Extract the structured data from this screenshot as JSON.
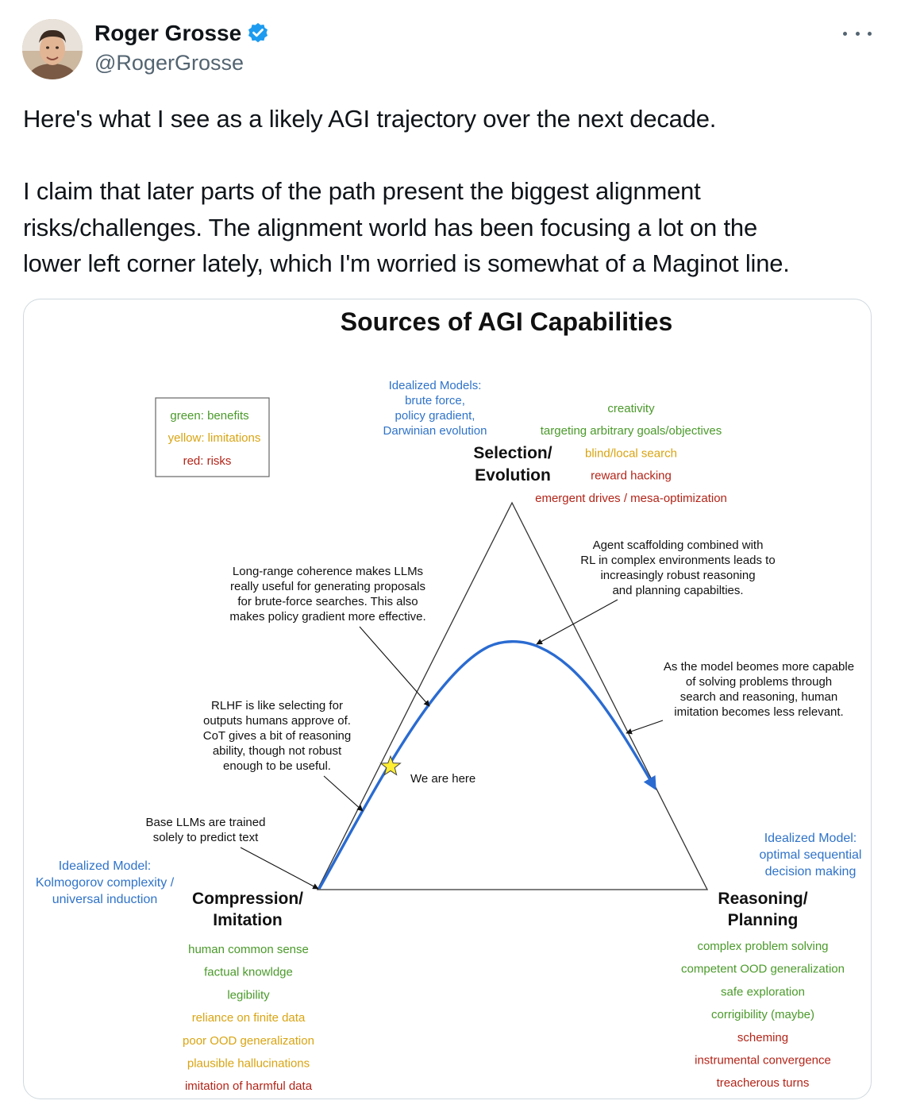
{
  "author": {
    "display_name": "Roger Grosse",
    "handle": "@RogerGrosse",
    "verified_icon": "verified-badge-icon",
    "verified_color": "#1d9bf0"
  },
  "tweet": {
    "paragraph1": "Here's what I see as a likely AGI trajectory over the next decade.",
    "paragraph2_line1": "I claim that later parts of the path present the biggest alignment",
    "paragraph2_line2": "risks/challenges. The alignment world has been focusing a lot on the",
    "paragraph2_line3": "lower left corner lately, which I'm worried is somewhat of a Maginot line."
  },
  "diagram": {
    "title": "Sources of AGI Capabilities",
    "colors": {
      "benefit": "#4a9a2a",
      "limitation": "#d9a412",
      "risk": "#b32418",
      "idealized": "#2f73c9",
      "curve": "#2a6bd1"
    },
    "legend": {
      "green": "green: benefits",
      "yellow": "yellow: limitations",
      "red": "red: risks"
    },
    "vertices": {
      "top": {
        "line1": "Selection/",
        "line2": "Evolution"
      },
      "left": {
        "line1": "Compression/",
        "line2": "Imitation"
      },
      "right": {
        "line1": "Reasoning/",
        "line2": "Planning"
      }
    },
    "idealized": {
      "top": [
        "Idealized Models:",
        "brute force,",
        "policy gradient,",
        "Darwinian evolution"
      ],
      "left": [
        "Idealized Model:",
        "Kolmogorov complexity /",
        "universal induction"
      ],
      "right": [
        "Idealized Model:",
        "optimal sequential",
        "decision making"
      ]
    },
    "top_traits": [
      {
        "text": "creativity",
        "kind": "benefit"
      },
      {
        "text": "targeting arbitrary goals/objectives",
        "kind": "benefit"
      },
      {
        "text": "blind/local search",
        "kind": "limitation"
      },
      {
        "text": "reward hacking",
        "kind": "risk"
      },
      {
        "text": "emergent drives / mesa-optimization",
        "kind": "risk"
      }
    ],
    "left_traits": [
      {
        "text": "human common sense",
        "kind": "benefit"
      },
      {
        "text": "factual knowldge",
        "kind": "benefit"
      },
      {
        "text": "legibility",
        "kind": "benefit"
      },
      {
        "text": "reliance on finite data",
        "kind": "limitation"
      },
      {
        "text": "poor OOD generalization",
        "kind": "limitation"
      },
      {
        "text": "plausible hallucinations",
        "kind": "limitation"
      },
      {
        "text": "imitation of harmful data",
        "kind": "risk"
      }
    ],
    "right_traits": [
      {
        "text": "complex problem solving",
        "kind": "benefit"
      },
      {
        "text": "competent OOD generalization",
        "kind": "benefit"
      },
      {
        "text": "safe exploration",
        "kind": "benefit"
      },
      {
        "text": "corrigibility (maybe)",
        "kind": "benefit"
      },
      {
        "text": "scheming",
        "kind": "risk"
      },
      {
        "text": "instrumental convergence",
        "kind": "risk"
      },
      {
        "text": "treacherous turns",
        "kind": "risk"
      }
    ],
    "annotations": {
      "scaffolding": [
        "Agent scaffolding combined with",
        "RL in complex environments leads to",
        "increasingly robust reasoning",
        "and planning capabilties."
      ],
      "longrange": [
        "Long-range coherence makes LLMs",
        "really useful for generating proposals",
        "for brute-force searches. This also",
        "makes policy gradient more effective."
      ],
      "model_capable": [
        "As the model beomes more capable",
        "of solving problems through",
        "search and reasoning, human",
        "imitation becomes less relevant."
      ],
      "rlhf": [
        "RLHF is like selecting for",
        "outputs humans approve of.",
        "CoT gives a bit of reasoning",
        "ability, though not robust",
        "enough to be useful."
      ],
      "base_llms": [
        "Base LLMs are trained",
        "solely to predict text"
      ],
      "we_are_here": "We are here"
    }
  }
}
